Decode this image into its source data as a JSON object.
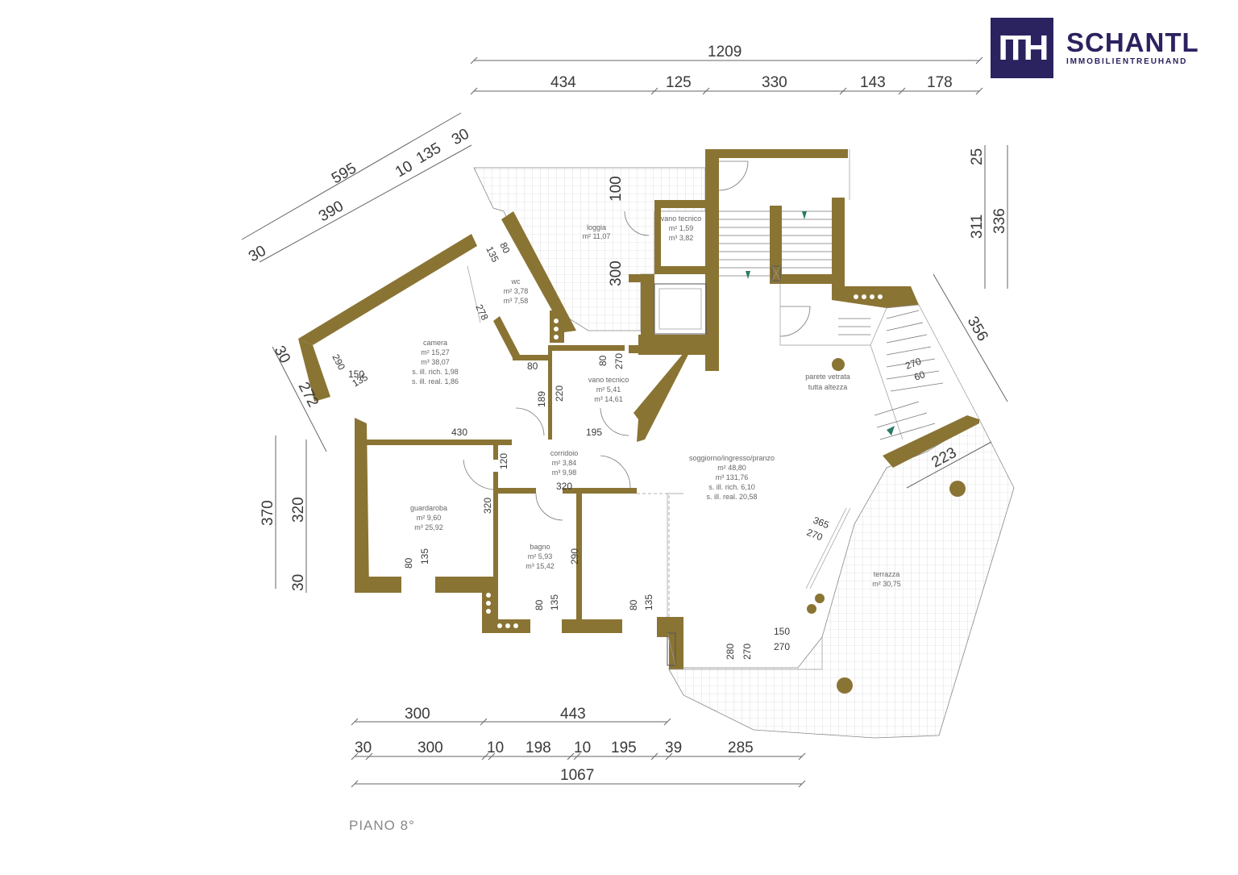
{
  "brand": {
    "monogram": "ITH",
    "name": "SCHANTL",
    "tagline": "IMMOBILIENTREUHAND",
    "color": "#2b2260"
  },
  "floor_label": "PIANO  8°",
  "colors": {
    "wall": "#8a7434",
    "dimension": "#3a3a3a",
    "room_text": "#666666"
  },
  "dimensions": {
    "top_total": "1209",
    "top_segments": [
      "434",
      "125",
      "330",
      "143",
      "178"
    ],
    "bottom_segments_1": [
      "300",
      "443"
    ],
    "bottom_segments_2": [
      "30",
      "300",
      "10",
      "198",
      "10",
      "195",
      "39",
      "285"
    ],
    "bottom_total": "1067",
    "diag_top_left": {
      "d595": "595",
      "d10": "10",
      "d135": "135",
      "d30a": "30",
      "d390": "390",
      "d30b": "30"
    },
    "left_diag": {
      "d30": "30",
      "d272": "272"
    },
    "left_vertical": {
      "d370": "370",
      "d320": "320",
      "d30": "30"
    },
    "right_vertical": {
      "d25": "25",
      "d311": "311",
      "d336": "336"
    },
    "right_diag": {
      "d356": "356",
      "d223": "223"
    },
    "inner": {
      "loggia_100": "100",
      "loggia_300": "300",
      "wc_80": "80",
      "wc_135": "135",
      "wc_278": "278",
      "cam_80": "80",
      "cam_290": "290",
      "cam_150": "150",
      "cam_135": "135",
      "cam_430": "430",
      "vano_80": "80",
      "vano_270": "270",
      "vano_189": "189",
      "vano_220": "220",
      "vano_195": "195",
      "corr_120": "120",
      "corr_320": "320",
      "gua_320": "320",
      "gua_80": "80",
      "gua_135": "135",
      "bag_290": "290",
      "bag_80": "80",
      "bag_135": "135",
      "kit_80": "80",
      "kit_135": "135",
      "st_270": "270",
      "st_60": "60",
      "sog_365": "365",
      "sog_270": "270",
      "sog_150": "150",
      "sog_270b": "270",
      "sog_280": "280",
      "sog_270c": "270"
    }
  },
  "rooms": {
    "loggia": {
      "name": "loggia",
      "l1": "m²  11,07"
    },
    "vano_tecnico_top": {
      "name": "vano tecnico",
      "l1": "m²  1,59",
      "l2": "m³  3,82"
    },
    "wc": {
      "name": "wc",
      "l1": "m²  3,78",
      "l2": "m³  7,58"
    },
    "camera": {
      "name": "camera",
      "l1": "m²  15,27",
      "l2": "m³  38,07",
      "l3": "s. ill. rich. 1,98",
      "l4": "s. ill. real. 1,86"
    },
    "vano_tecnico": {
      "name": "vano tecnico",
      "l1": "m²  5,41",
      "l2": "m³  14,61"
    },
    "corridoio": {
      "name": "corridoio",
      "l1": "m²  3,84",
      "l2": "m³  9,98"
    },
    "guardaroba": {
      "name": "guardaroba",
      "l1": "m²  9,60",
      "l2": "m³  25,92"
    },
    "bagno": {
      "name": "bagno",
      "l1": "m²  5,93",
      "l2": "m³  15,42"
    },
    "soggiorno": {
      "name": "soggiorno/ingresso/pranzo",
      "l1": "m²  48,80",
      "l2": "m³  131,76",
      "l3": "s. ill. rich. 6,10",
      "l4": "s. ill. real. 20,58"
    },
    "parete": {
      "l1": "parete vetrata",
      "l2": "tutta altezza"
    },
    "terrazza": {
      "name": "terrazza",
      "l1": "m²  30,75"
    }
  }
}
